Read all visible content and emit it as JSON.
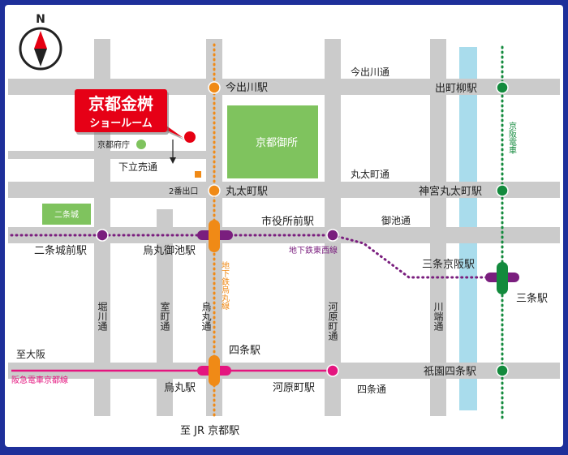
{
  "compass": {
    "label": "N"
  },
  "showroom": {
    "title": "京都金桝",
    "subtitle": "ショールーム"
  },
  "landmarks": {
    "prefecture_office": "京都府庁",
    "imperial_palace": "京都御所",
    "nijo_castle": "二条城",
    "exit2": "2番出口"
  },
  "streets": {
    "imadegawa": "今出川通",
    "marutamachi": "丸太町通",
    "oike": "御池通",
    "shijo": "四条通",
    "shimodachiuri": "下立売通",
    "horikawa": "堀川通",
    "muromachi": "室町通",
    "karasuma": "烏丸通",
    "kawaramachi": "河原町通",
    "kawabata": "川端通"
  },
  "lines": {
    "karasuma_subway": "地下鉄烏丸線",
    "tozai_subway": "地下鉄東西線",
    "hankyu": "阪急電車京都線",
    "keihan": "京阪電車"
  },
  "stations": {
    "imadegawa": "今出川駅",
    "marutamachi": "丸太町駅",
    "karasuma_oike": "烏丸御池駅",
    "shijo": "四条駅",
    "karasuma": "烏丸駅",
    "nijojo_mae": "二条城前駅",
    "shiyakusho_mae": "市役所前駅",
    "kawaramachi": "河原町駅",
    "demachiyanagi": "出町柳駅",
    "jingu_marutamachi": "神宮丸太町駅",
    "sanjo_keihan": "三条京阪駅",
    "sanjo": "三条駅",
    "gion_shijo": "祇園四条駅"
  },
  "directions": {
    "to_osaka": "至大阪",
    "to_kyoto_station": "至 JR 京都駅"
  },
  "colors": {
    "frame": "#1e2f9a",
    "road": "#cbcbcb",
    "subway_karasuma": "#f08a16",
    "subway_tozai": "#7a1e7e",
    "hankyu": "#e4157f",
    "keihan": "#138a3d",
    "river": "#a9dcec",
    "park": "#7fc35e",
    "showroom": "#e60012"
  }
}
